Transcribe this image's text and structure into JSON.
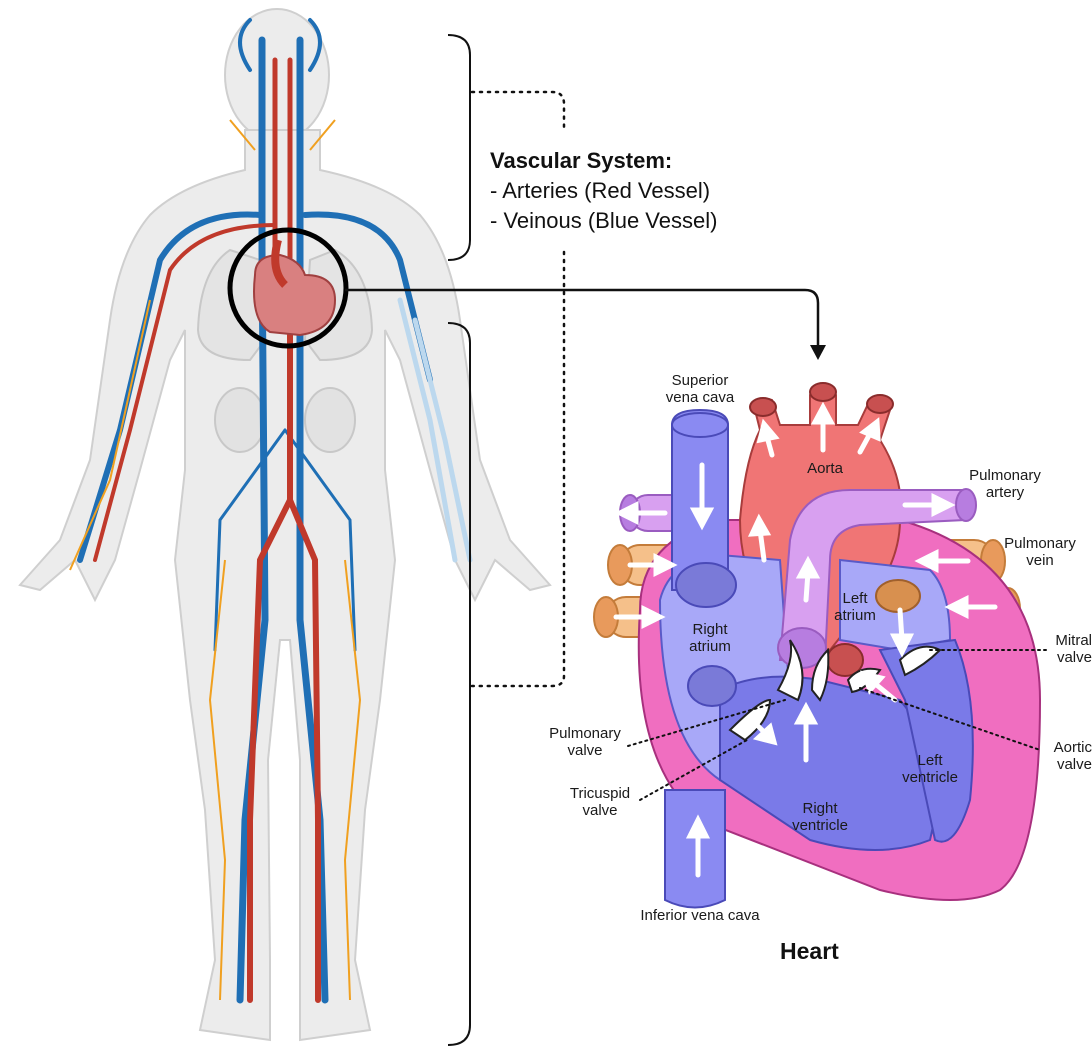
{
  "vascular_system": {
    "title": "Vascular System:",
    "items": [
      "- Arteries (Red Vessel)",
      "- Veinous (Blue Vessel)"
    ]
  },
  "heart_title": "Heart",
  "labels": {
    "superior_vena_cava": [
      "Superior",
      "vena cava"
    ],
    "aorta": "Aorta",
    "pulmonary_artery": [
      "Pulmonary",
      "artery"
    ],
    "pulmonary_vein": [
      "Pulmonary",
      "vein"
    ],
    "left_atrium": [
      "Left",
      "atrium"
    ],
    "right_atrium": [
      "Right",
      "atrium"
    ],
    "mitral_valve": [
      "Mitral",
      "valve"
    ],
    "aortic_valve": [
      "Aortic",
      "valve"
    ],
    "pulmonary_valve": [
      "Pulmonary",
      "valve"
    ],
    "tricuspid_valve": [
      "Tricuspid",
      "valve"
    ],
    "left_ventricle": [
      "Left",
      "ventricle"
    ],
    "right_ventricle": [
      "Right",
      "ventricle"
    ],
    "inferior_vena_cava": "Inferior vena cava"
  },
  "colors": {
    "artery": "#c0392b",
    "vein": "#1f6fb5",
    "body": "#ebebeb",
    "heart_red": "#f07575",
    "heart_blue": "#8a8af2",
    "pulmonary_purple": "#d8a0f0",
    "pulmonary_vein_orange": "#f5c08a",
    "myocardium_pink": "#f06ec0"
  }
}
